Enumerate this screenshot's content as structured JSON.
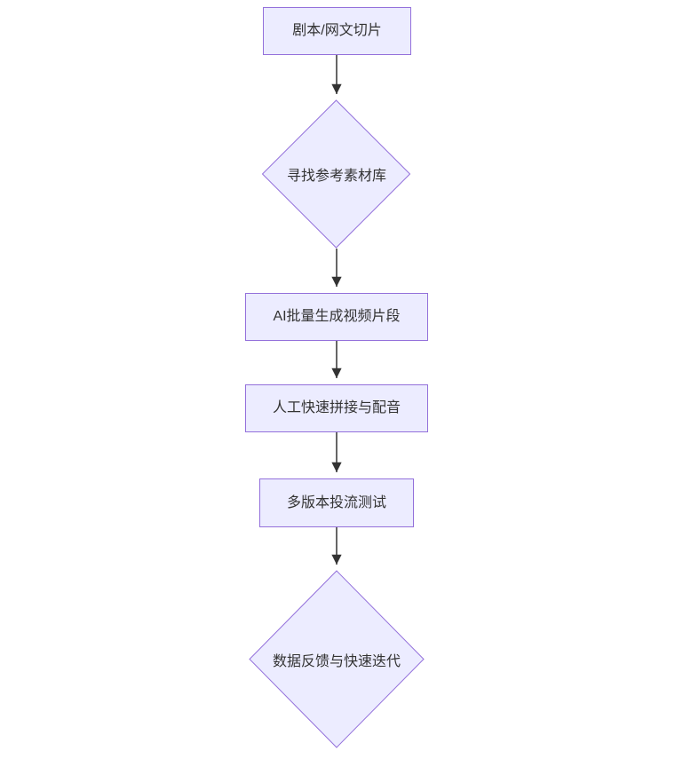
{
  "diagram": {
    "type": "flowchart",
    "direction": "top-down",
    "nodes": [
      {
        "id": "script-slice",
        "shape": "rectangle",
        "label": "剧本/网文切片"
      },
      {
        "id": "find-refs",
        "shape": "diamond",
        "label": "寻找参考素材库"
      },
      {
        "id": "ai-generate",
        "shape": "rectangle",
        "label": "AI批量生成视频片段"
      },
      {
        "id": "manual-splice",
        "shape": "rectangle",
        "label": "人工快速拼接与配音"
      },
      {
        "id": "ab-test",
        "shape": "rectangle",
        "label": "多版本投流测试"
      },
      {
        "id": "data-feedback",
        "shape": "diamond",
        "label": "数据反馈与快速迭代"
      }
    ],
    "edges": [
      {
        "from": "script-slice",
        "to": "find-refs"
      },
      {
        "from": "find-refs",
        "to": "ai-generate"
      },
      {
        "from": "ai-generate",
        "to": "manual-splice"
      },
      {
        "from": "manual-splice",
        "to": "ab-test"
      },
      {
        "from": "ab-test",
        "to": "data-feedback"
      }
    ],
    "colors": {
      "node_fill": "#ECECFF",
      "node_border": "#9370DB",
      "edge_stroke": "#333333",
      "text": "#333333",
      "background": "#FFFFFF"
    }
  }
}
